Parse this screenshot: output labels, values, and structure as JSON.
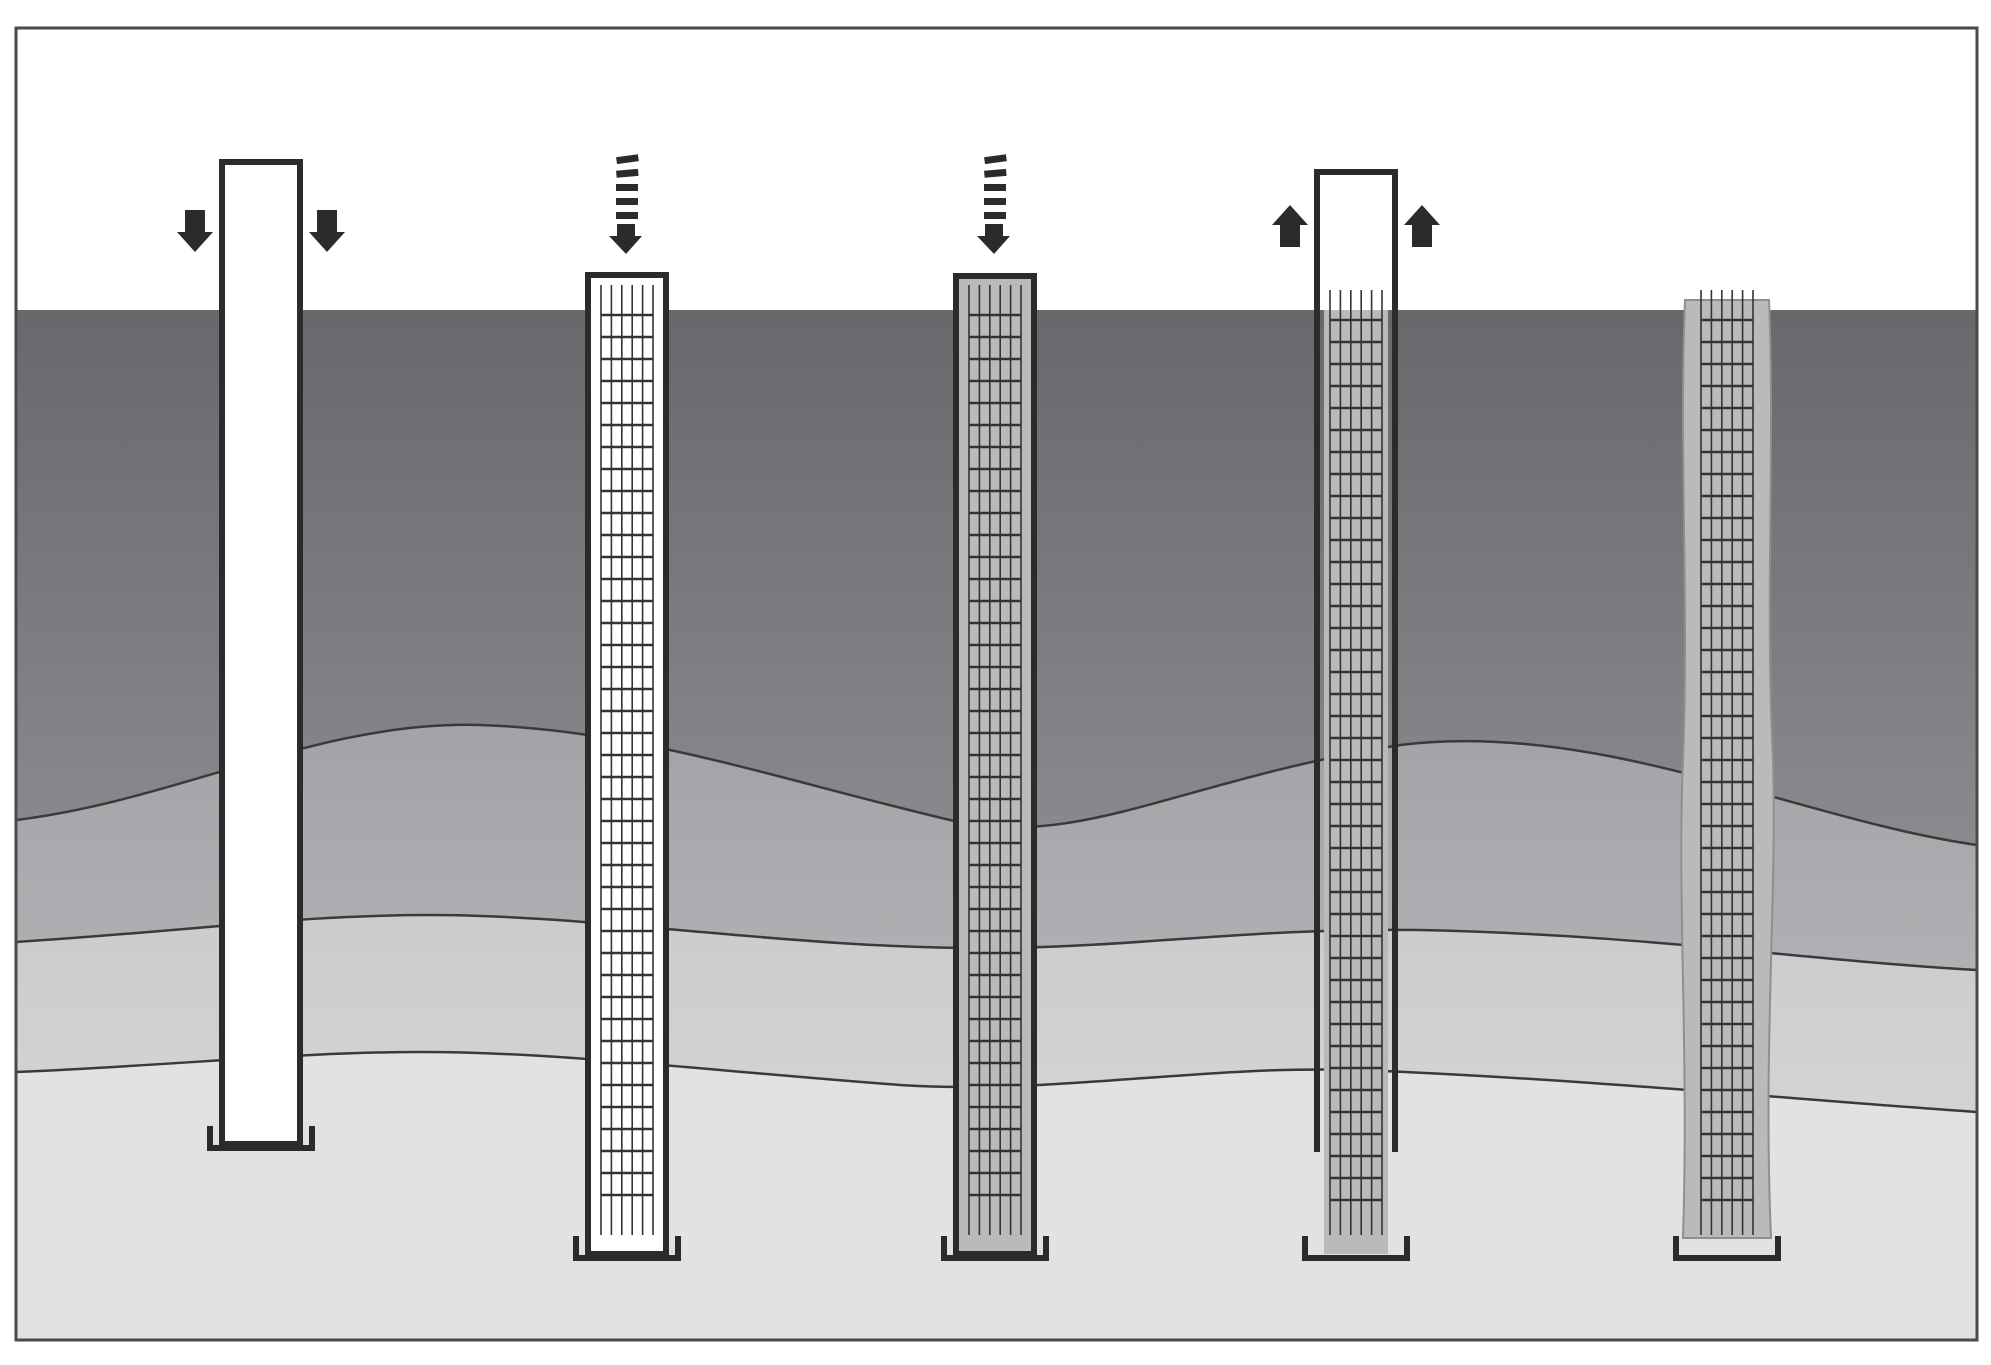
{
  "diagram": {
    "description_type": "pile installation sequence",
    "colors": {
      "frame": "#4a4a4b",
      "air": "#ffffff",
      "soil_top": "#67686b",
      "soil_mid": "#9a9b9e",
      "soil_low": "#cfd0d2",
      "soil_bottom": "#e2e2e4",
      "casing_fill": "#ffffff",
      "casing_stroke": "#2b2b2b",
      "rebar": "#333333",
      "concrete": "#b9babb",
      "arrow": "#2b2b2b"
    },
    "stages": [
      {
        "id": "drive-casing",
        "has_casing": true,
        "has_rebar": false,
        "concrete": false,
        "arrows": "down-sides"
      },
      {
        "id": "insert-rebar",
        "has_casing": true,
        "has_rebar": true,
        "concrete": false,
        "arrows": "down-dashed"
      },
      {
        "id": "pour-concrete",
        "has_casing": true,
        "has_rebar": true,
        "concrete": true,
        "arrows": "down-dashed"
      },
      {
        "id": "withdraw-casing",
        "has_casing": true,
        "has_rebar": true,
        "concrete": true,
        "arrows": "up-sides"
      },
      {
        "id": "finished-pile",
        "has_casing": false,
        "has_rebar": true,
        "concrete": true,
        "arrows": "none"
      }
    ]
  }
}
